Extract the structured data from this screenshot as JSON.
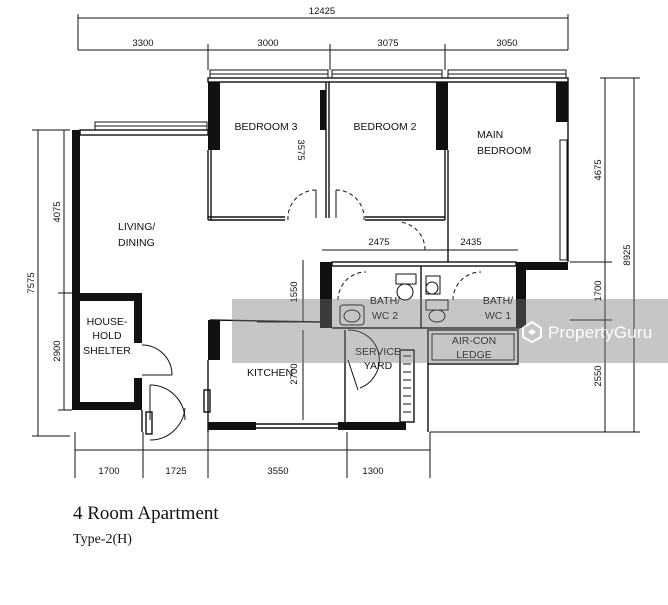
{
  "dimensions": {
    "total_width": "12425",
    "top": [
      "3300",
      "3000",
      "3075",
      "3050"
    ],
    "bottom": [
      "1700",
      "1725",
      "3550",
      "1300"
    ],
    "left_outer": "7575",
    "left_inner": [
      "4075",
      "2900"
    ],
    "right_outer": "8925",
    "right_inner": [
      "4675",
      "1700",
      "2550"
    ],
    "interior": {
      "bedroom_depth": "3575",
      "bath_left": "2475",
      "bath_right": "2435",
      "bath_depth": "1550",
      "kitchen_depth": "2700"
    }
  },
  "rooms": {
    "bedroom3": "BEDROOM 3",
    "bedroom2": "BEDROOM 2",
    "main_bedroom": [
      "MAIN",
      "BEDROOM"
    ],
    "living": [
      "LIVING/",
      "DINING"
    ],
    "household_shelter": [
      "HOUSE-",
      "HOLD",
      "SHELTER"
    ],
    "kitchen": "KITCHEN",
    "bath2": [
      "BATH/",
      "WC 2"
    ],
    "bath1": [
      "BATH/",
      "WC 1"
    ],
    "service_yard": [
      "SERVICE",
      "YARD"
    ],
    "aircon_ledge": [
      "AIR-CON",
      "LEDGE"
    ]
  },
  "caption": {
    "title": "4 Room Apartment",
    "subtitle": "Type-2(H)"
  },
  "watermark": {
    "text": "PropertyGuru",
    "icon": "propertyguru-logo-icon"
  }
}
